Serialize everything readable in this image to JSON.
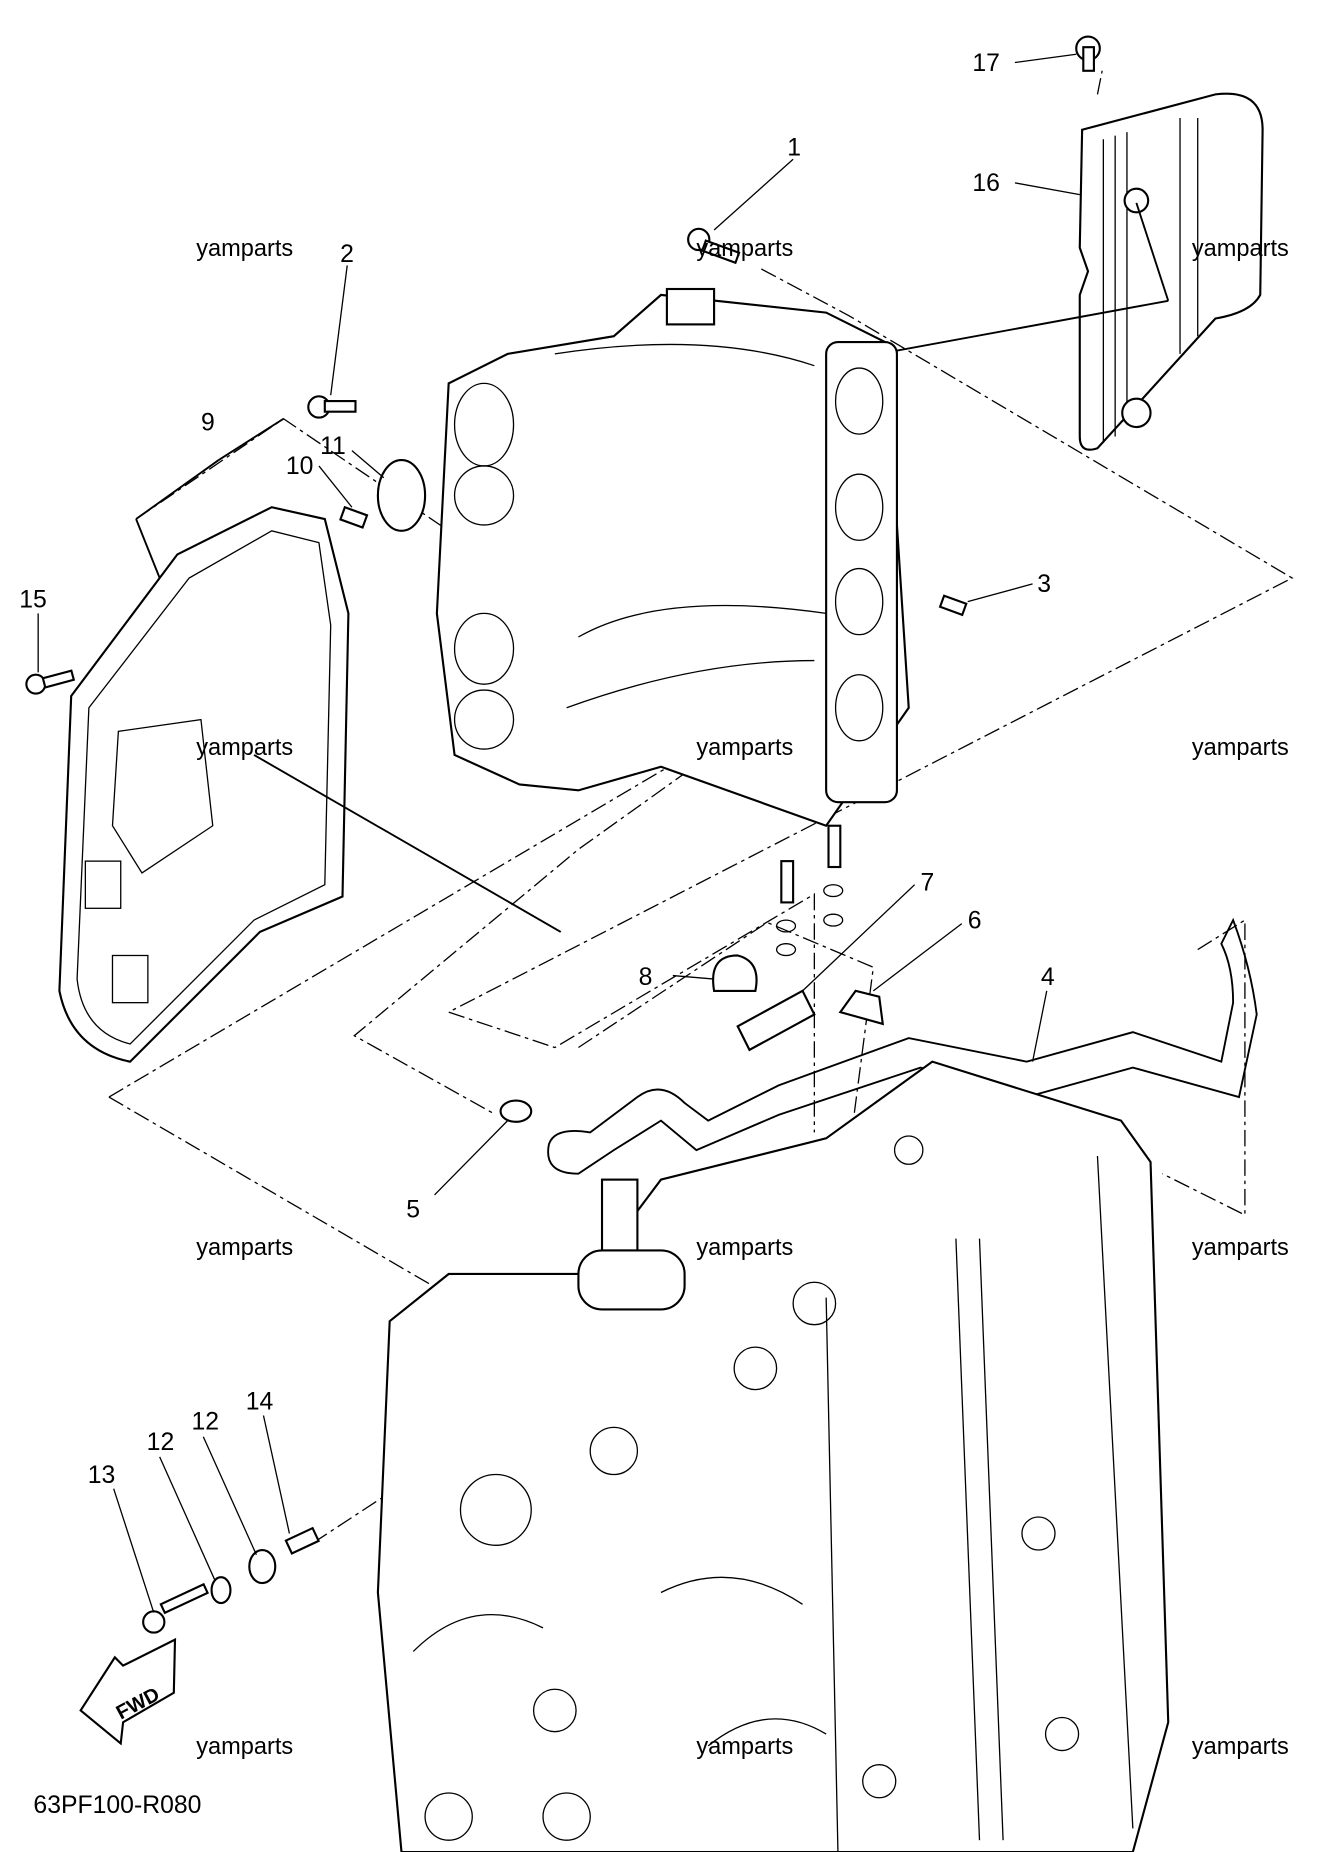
{
  "diagram": {
    "part_labels": [
      "1",
      "2",
      "3",
      "4",
      "5",
      "6",
      "7",
      "8",
      "9",
      "10",
      "11",
      "12",
      "12",
      "13",
      "14",
      "15",
      "16",
      "17"
    ],
    "watermark": "yamparts",
    "fwd_label": "FWD",
    "diagram_code": "63PF100-R080"
  }
}
